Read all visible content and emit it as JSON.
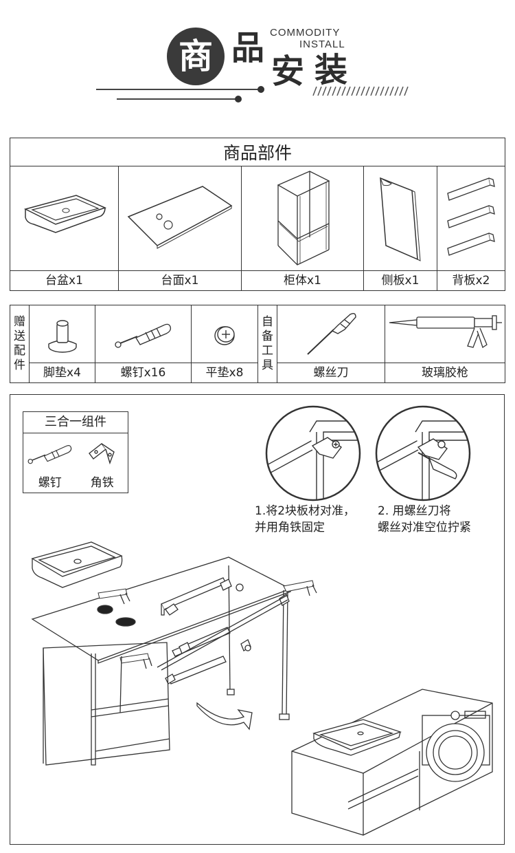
{
  "header": {
    "char1": "商",
    "char2": "品",
    "char3": "安",
    "char4": "装",
    "en_line1": "COMMODITY",
    "en_line2": "INSTALL"
  },
  "parts": {
    "title": "商品部件",
    "items": [
      {
        "label": "台盆x1",
        "icon": "basin-icon"
      },
      {
        "label": "台面x1",
        "icon": "countertop-icon"
      },
      {
        "label": "柜体x1",
        "icon": "cabinet-frame-icon"
      },
      {
        "label": "侧板x1",
        "icon": "side-panel-icon"
      },
      {
        "label": "背板x2",
        "icon": "back-panel-icon"
      }
    ]
  },
  "accessories": {
    "gift_label": "赠送配件",
    "gift_items": [
      {
        "label": "脚垫x4",
        "icon": "foot-pad-icon"
      },
      {
        "label": "螺钉x16",
        "icon": "screw-icon"
      },
      {
        "label": "平垫x8",
        "icon": "washer-icon"
      }
    ],
    "tools_label": "自备工具",
    "tool_items": [
      {
        "label": "螺丝刀",
        "icon": "screwdriver-icon"
      },
      {
        "label": "玻璃胶枪",
        "icon": "caulk-gun-icon"
      }
    ]
  },
  "install": {
    "combo_title": "三合一组件",
    "combo_items": [
      {
        "label": "螺钉",
        "icon": "screw-icon"
      },
      {
        "label": "角铁",
        "icon": "angle-bracket-icon"
      }
    ],
    "step1_line1": "1.将2块板材对准，",
    "step1_line2": "并用角铁固定",
    "step2_line1": "2.     用螺丝刀将",
    "step2_line2": "螺丝对准空位拧紧"
  }
}
